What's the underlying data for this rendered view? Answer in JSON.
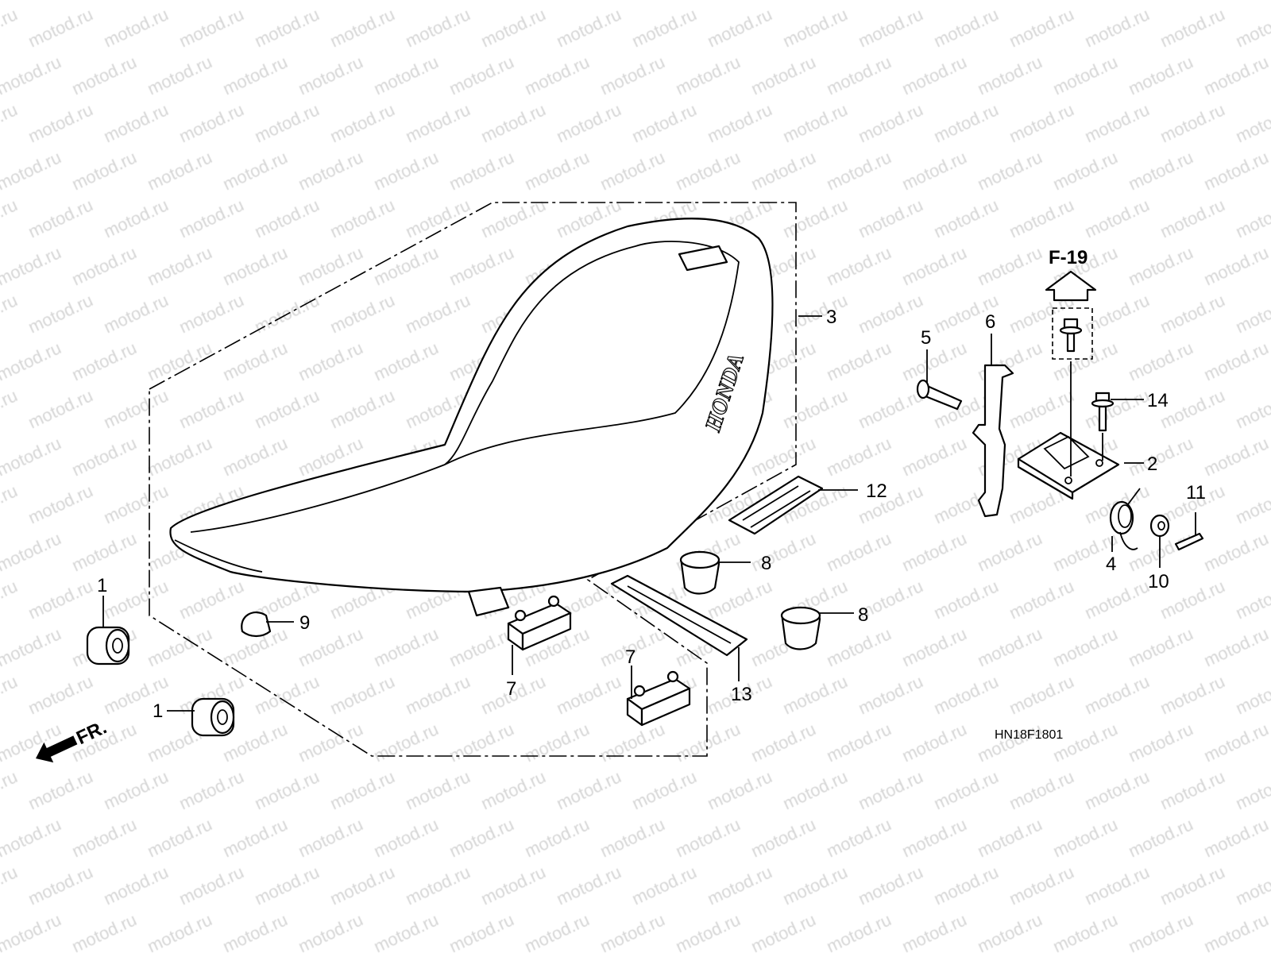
{
  "diagram": {
    "watermark": "motod.ru",
    "reference": "F-19",
    "drawing_code": "HN18F1801",
    "front_marker": "FR.",
    "seat_logo": "HONDA",
    "callouts": [
      {
        "id": "1a",
        "label": "1"
      },
      {
        "id": "1b",
        "label": "1"
      },
      {
        "id": "2",
        "label": "2"
      },
      {
        "id": "3",
        "label": "3"
      },
      {
        "id": "4",
        "label": "4"
      },
      {
        "id": "5",
        "label": "5"
      },
      {
        "id": "6",
        "label": "6"
      },
      {
        "id": "7a",
        "label": "7"
      },
      {
        "id": "7b",
        "label": "7"
      },
      {
        "id": "8a",
        "label": "8"
      },
      {
        "id": "8b",
        "label": "8"
      },
      {
        "id": "9",
        "label": "9"
      },
      {
        "id": "10",
        "label": "10"
      },
      {
        "id": "11",
        "label": "11"
      },
      {
        "id": "12",
        "label": "12"
      },
      {
        "id": "13",
        "label": "13"
      },
      {
        "id": "14",
        "label": "14"
      }
    ]
  }
}
